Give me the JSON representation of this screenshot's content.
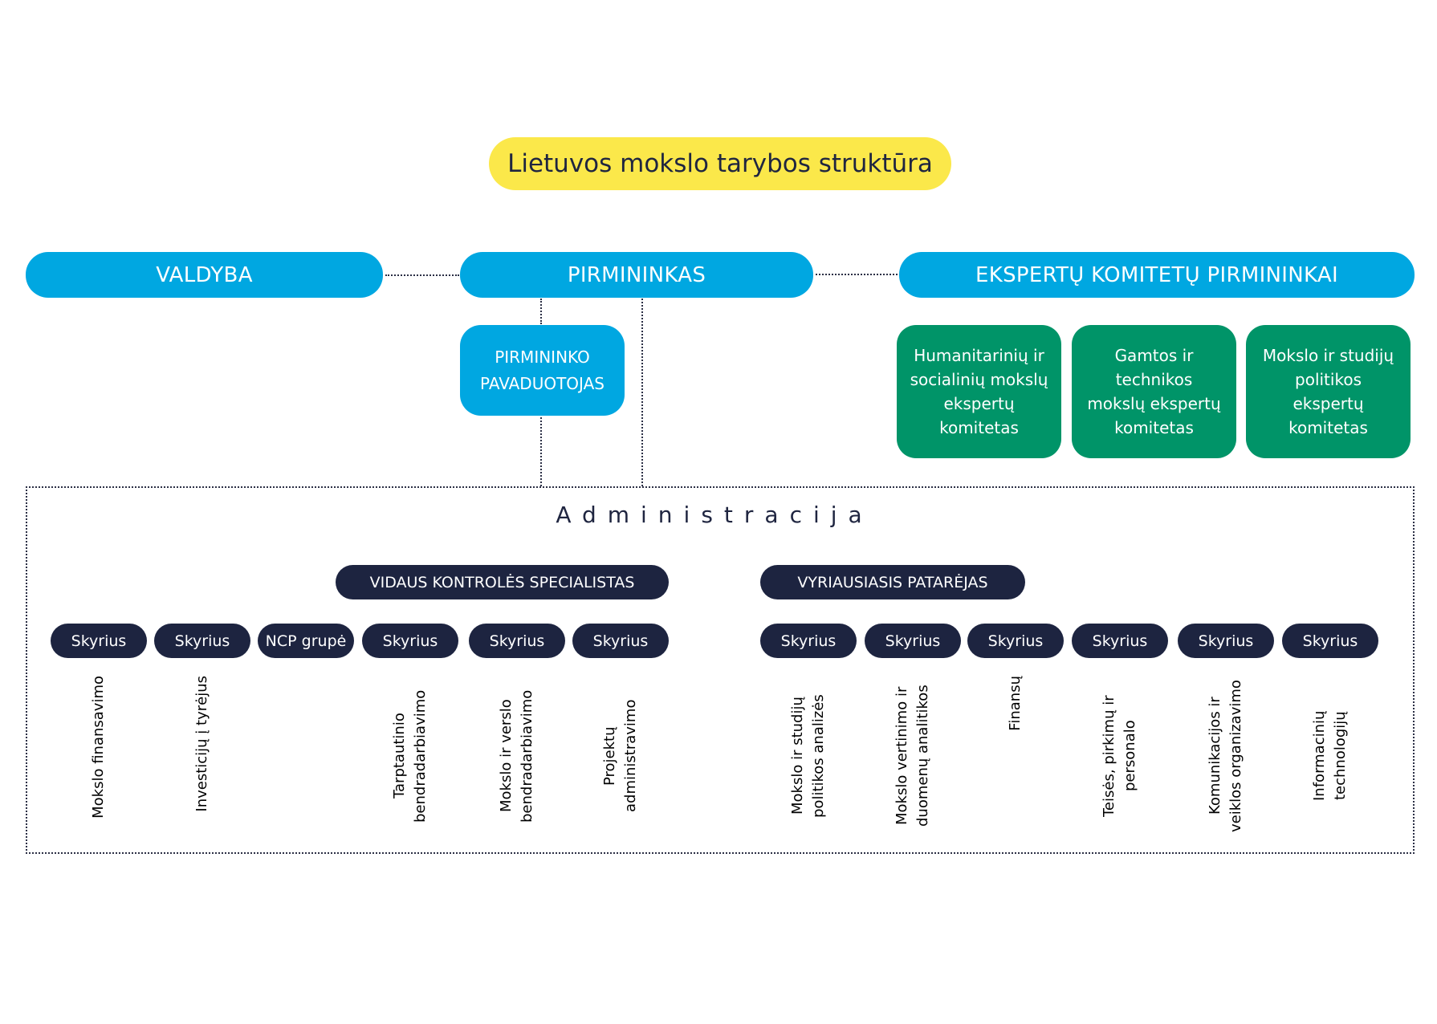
{
  "title": "Lietuvos mokslo tarybos struktūra",
  "top_row": {
    "board": "VALDYBA",
    "chair": "PIRMININKAS",
    "expert_chairs": "EKSPERTŲ KOMITETŲ PIRMININKAI"
  },
  "deputy": "PIRMININKO PAVADUOTOJAS",
  "committees": [
    "Humanitarinių ir socialinių mokslų ekspertų komitetas",
    "Gamtos ir technikos mokslų ekspertų komitetas",
    "Mokslo ir studijų politikos ekspertų komitetas"
  ],
  "administration": {
    "title": "Administracija",
    "roles": [
      "VIDAUS KONTROLĖS SPECIALISTAS",
      "VYRIAUSIASIS PATARĖJAS"
    ],
    "units": [
      {
        "label": "Skyrius",
        "name": "Mokslo finansavimo"
      },
      {
        "label": "Skyrius",
        "name": "Investicijų į tyrėjus"
      },
      {
        "label": "NCP grupė",
        "name": ""
      },
      {
        "label": "Skyrius",
        "name": "Tarptautinio bendradarbiavimo"
      },
      {
        "label": "Skyrius",
        "name": "Mokslo ir verslo bendradarbiavimo"
      },
      {
        "label": "Skyrius",
        "name": "Projektų administravimo"
      },
      {
        "label": "Skyrius",
        "name": "Mokslo ir studijų politikos analizės"
      },
      {
        "label": "Skyrius",
        "name": "Mokslo vertinimo ir duomenų analitikos"
      },
      {
        "label": "Skyrius",
        "name": "Finansų"
      },
      {
        "label": "Skyrius",
        "name": "Teisės, pirkimų ir personalo"
      },
      {
        "label": "Skyrius",
        "name": "Komunikacijos ir veiklos organizavimo"
      },
      {
        "label": "Skyrius",
        "name": "Informacinių technologijų"
      }
    ]
  },
  "colors": {
    "title_bg": "#fbe84a",
    "blue": "#00a7e1",
    "green": "#009468",
    "navy": "#1d2440"
  }
}
